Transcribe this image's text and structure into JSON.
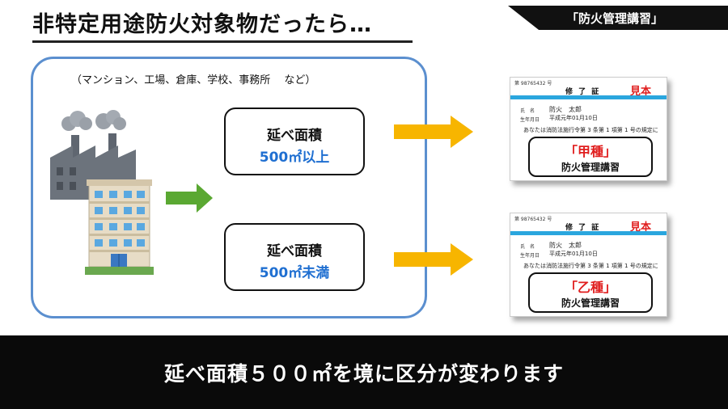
{
  "title": "非特定用途防火対象物だったら…",
  "banner": "「防火管理講習」",
  "group_caption": "（マンション、工場、倉庫、学校、事務所　 など）",
  "area_boxes": [
    {
      "line1": "延べ面積",
      "line2": "500㎡以上"
    },
    {
      "line1": "延べ面積",
      "line2": "500㎡未満"
    }
  ],
  "certificates": [
    {
      "number": "第 98765432 号",
      "heading": "修 了 証",
      "mihon": "見本",
      "name_label": "氏　名",
      "name": "防火　太郎",
      "dob_label": "生年月日",
      "dob": "平成元年01月10日",
      "notice": "あなたは消防法施行令第 3 条第 1 項第 1 号の規定に",
      "grade": "「甲種」",
      "course": "防火管理講習"
    },
    {
      "number": "第 98765432 号",
      "heading": "修 了 証",
      "mihon": "見本",
      "name_label": "氏　名",
      "name": "防火　太郎",
      "dob_label": "生年月日",
      "dob": "平成元年01月10日",
      "notice": "あなたは消防法施行令第 3 条第 1 項第 1 号の規定に",
      "grade": "「乙種」",
      "course": "防火管理講習"
    }
  ],
  "bottom_text": "延べ面積５００㎡を境に区分が変わります",
  "colors": {
    "group_border": "#5b8fcf",
    "area_value": "#1f6fd1",
    "arrow_green": "#5aa832",
    "arrow_yellow": "#f7b500",
    "accent_red": "#e01e1e",
    "cert_stripe": "#2aa6de"
  }
}
